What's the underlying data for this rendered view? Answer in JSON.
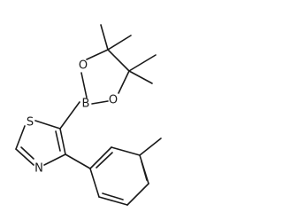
{
  "atoms": {
    "S": "S",
    "N": "N",
    "B": "B",
    "O_top": "O",
    "O_bottom": "O"
  }
}
